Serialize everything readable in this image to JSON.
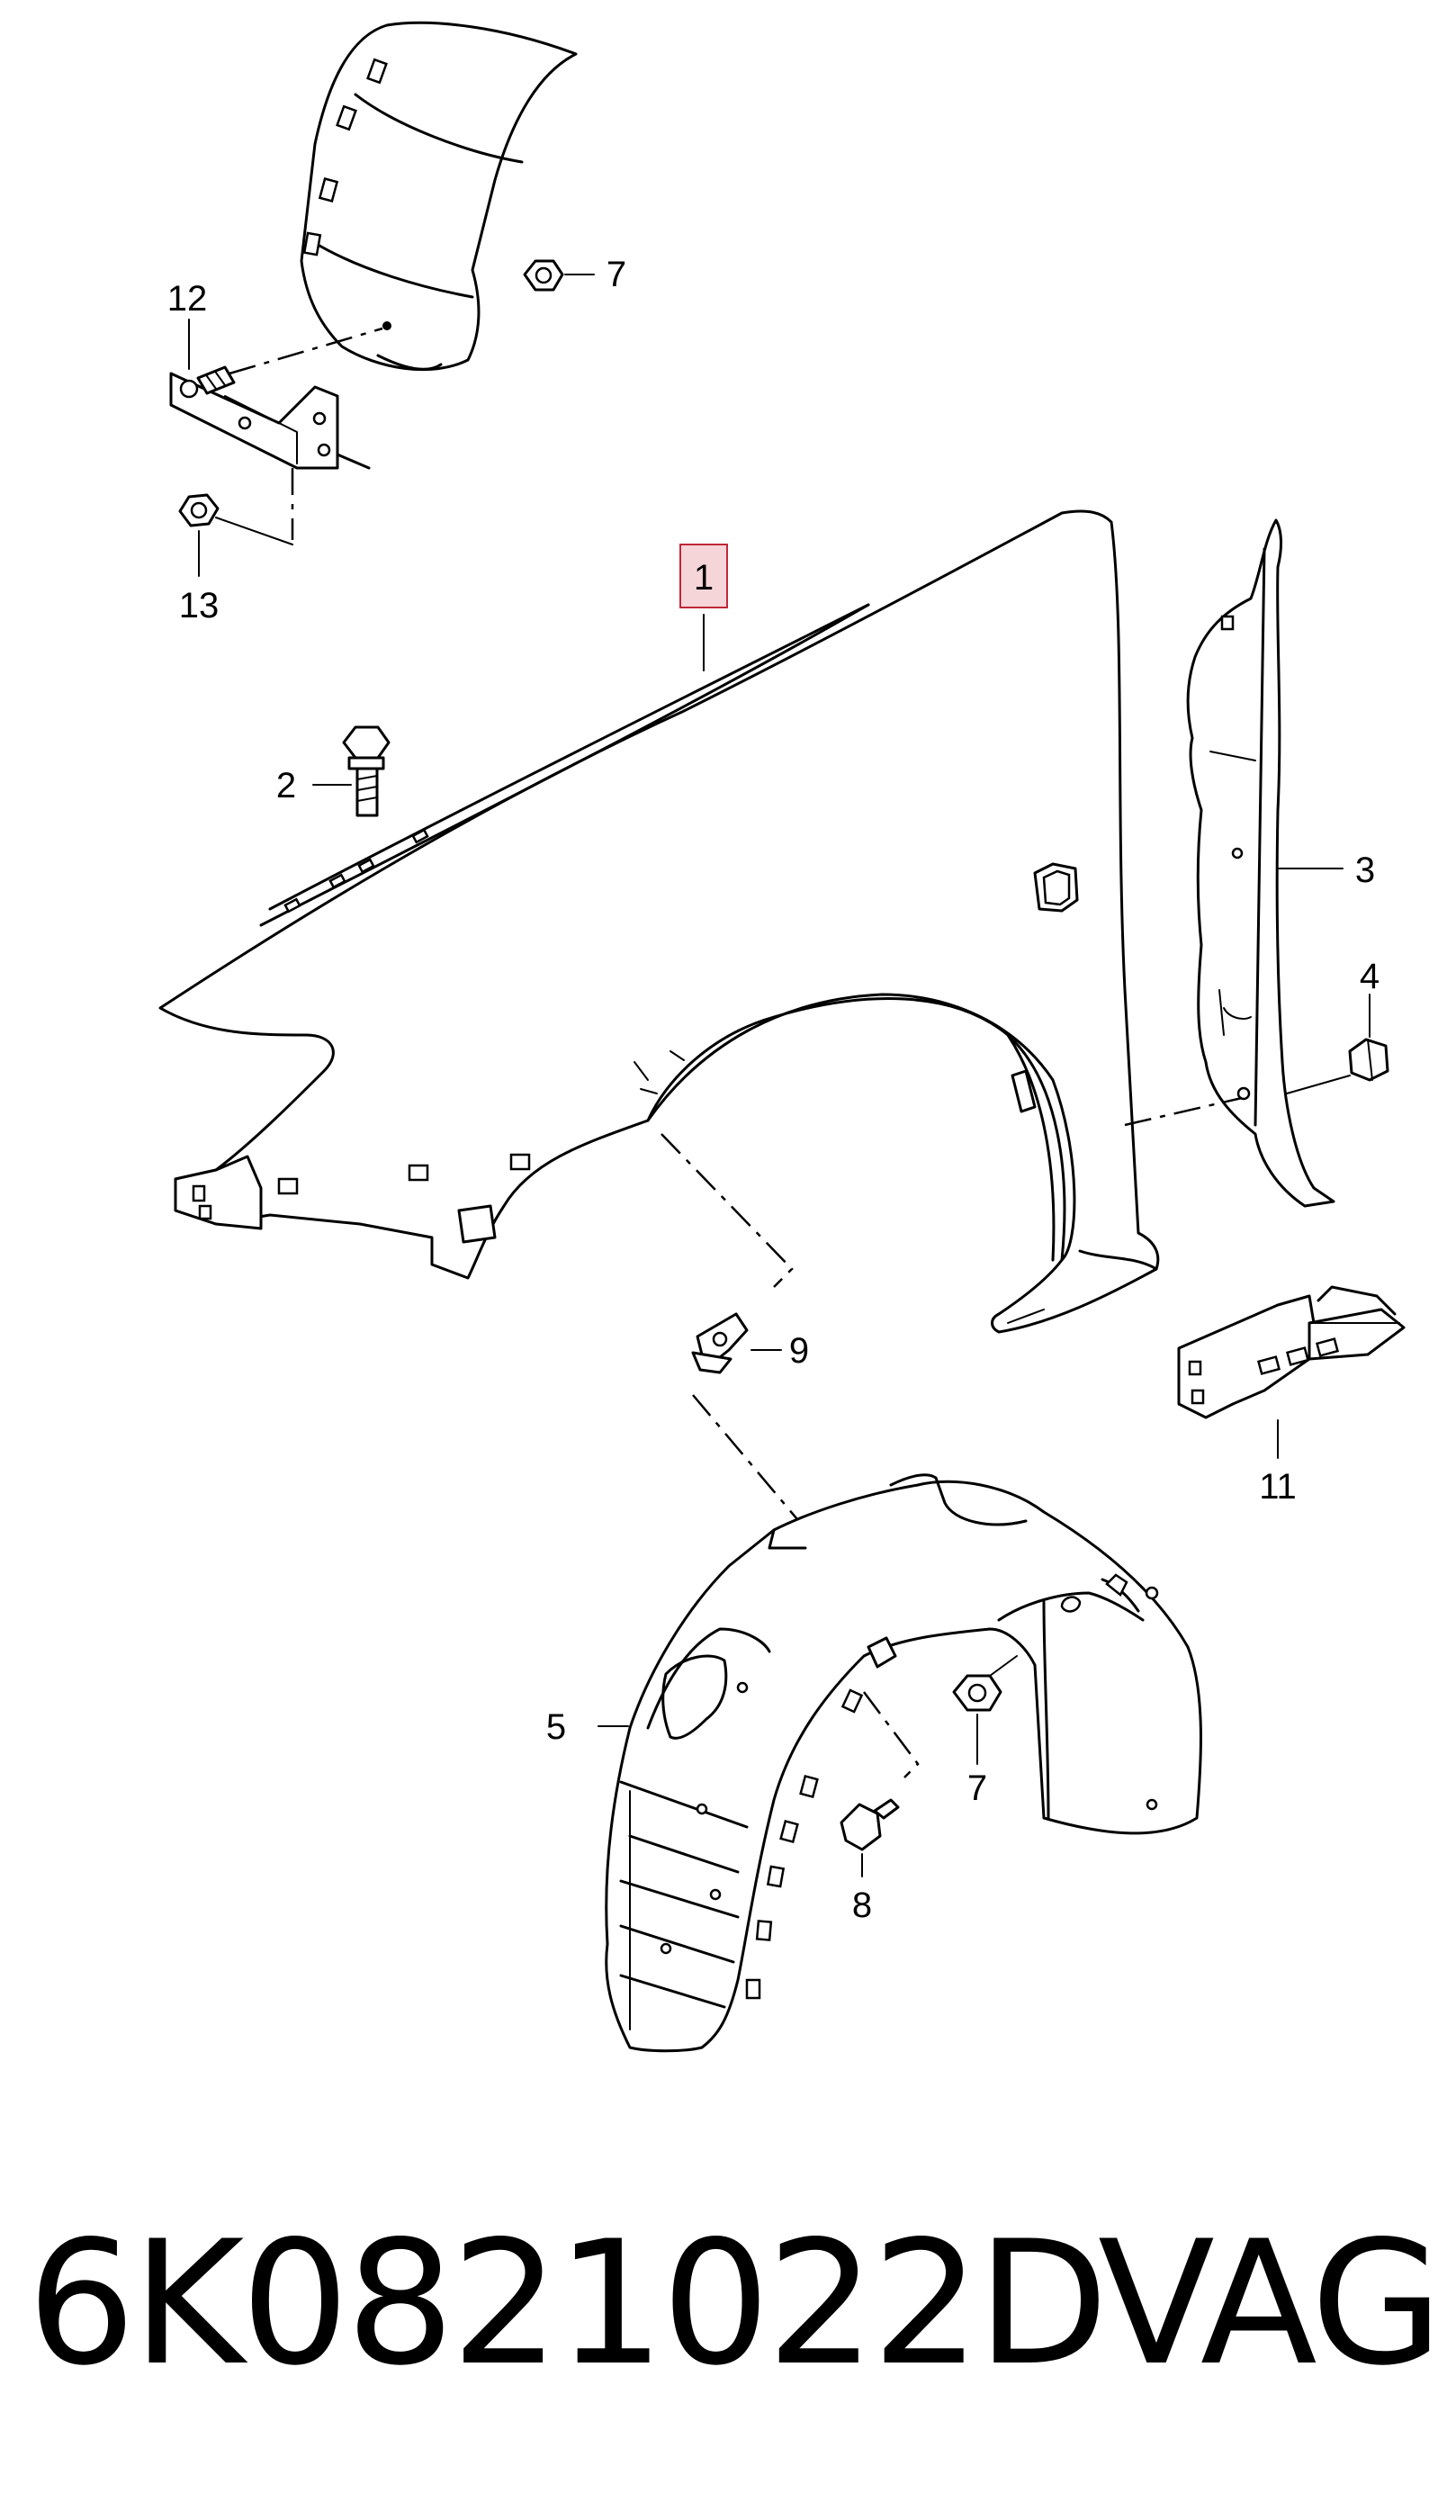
{
  "callouts": {
    "c1": "1",
    "c2": "2",
    "c3": "3",
    "c4": "4",
    "c5": "5",
    "c7a": "7",
    "c7b": "7",
    "c8": "8",
    "c9": "9",
    "c11": "11",
    "c12": "12",
    "c13": "13"
  },
  "part_number": "6K0821022D",
  "brand": "VAG",
  "highlight_color": "#f6d5d8"
}
